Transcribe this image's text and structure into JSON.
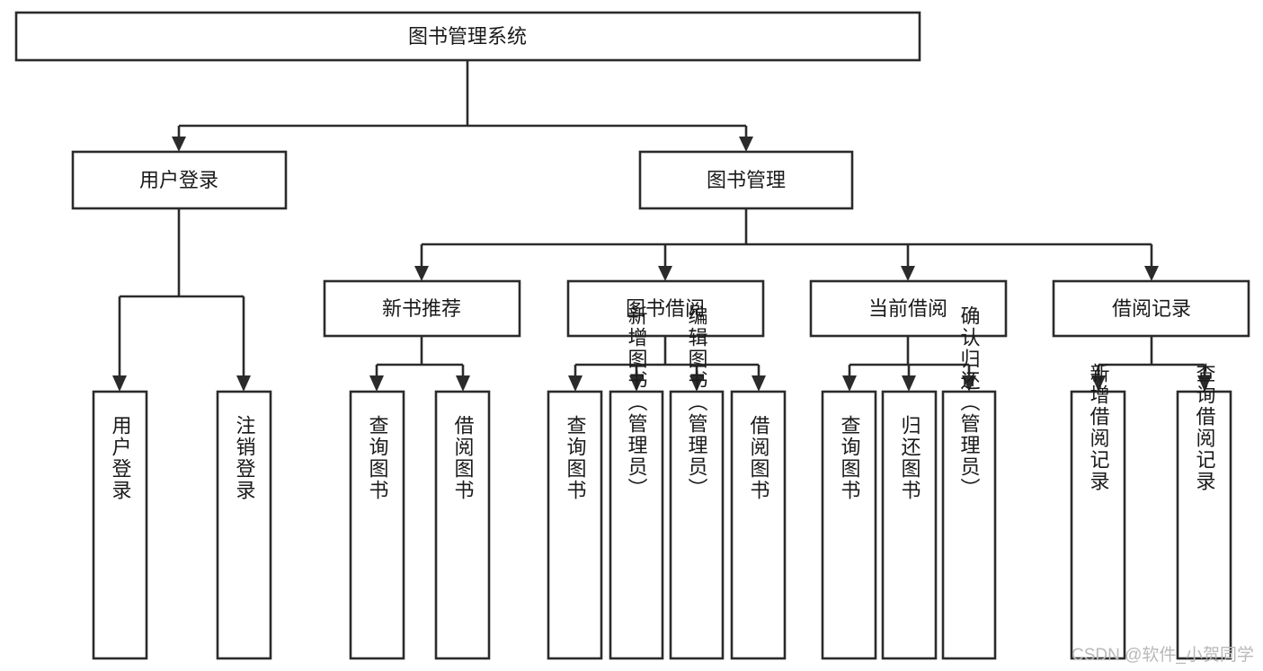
{
  "diagram": {
    "type": "tree",
    "title": "图书管理系统",
    "watermark": "CSDN @软件_小贺同学",
    "colors": {
      "stroke": "#2b2b2b",
      "fill": "#ffffff",
      "text": "#1a1a1a",
      "watermark": "#b9b9b9"
    },
    "levels": {
      "root": {
        "label": "图书管理系统"
      },
      "level2": [
        {
          "label": "用户登录"
        },
        {
          "label": "图书管理"
        }
      ],
      "level3": [
        {
          "label": "新书推荐"
        },
        {
          "label": "图书借阅"
        },
        {
          "label": "当前借阅"
        },
        {
          "label": "借阅记录"
        }
      ],
      "leaves": [
        {
          "label": "用户登录",
          "parent": "用户登录"
        },
        {
          "label": "注销登录",
          "parent": "用户登录"
        },
        {
          "label": "查询图书",
          "parent": "新书推荐"
        },
        {
          "label": "借阅图书",
          "parent": "新书推荐"
        },
        {
          "label": "查询图书",
          "parent": "图书借阅"
        },
        {
          "label": "新增图书（管理员）",
          "parent": "图书借阅"
        },
        {
          "label": "编辑图书（管理员）",
          "parent": "图书借阅"
        },
        {
          "label": "借阅图书",
          "parent": "图书借阅"
        },
        {
          "label": "查询图书",
          "parent": "当前借阅"
        },
        {
          "label": "归还图书",
          "parent": "当前借阅"
        },
        {
          "label": "确认归还（管理员）",
          "parent": "当前借阅"
        },
        {
          "label": "新增借阅记录",
          "parent": "借阅记录"
        },
        {
          "label": "查询借阅记录",
          "parent": "借阅记录"
        }
      ]
    }
  }
}
